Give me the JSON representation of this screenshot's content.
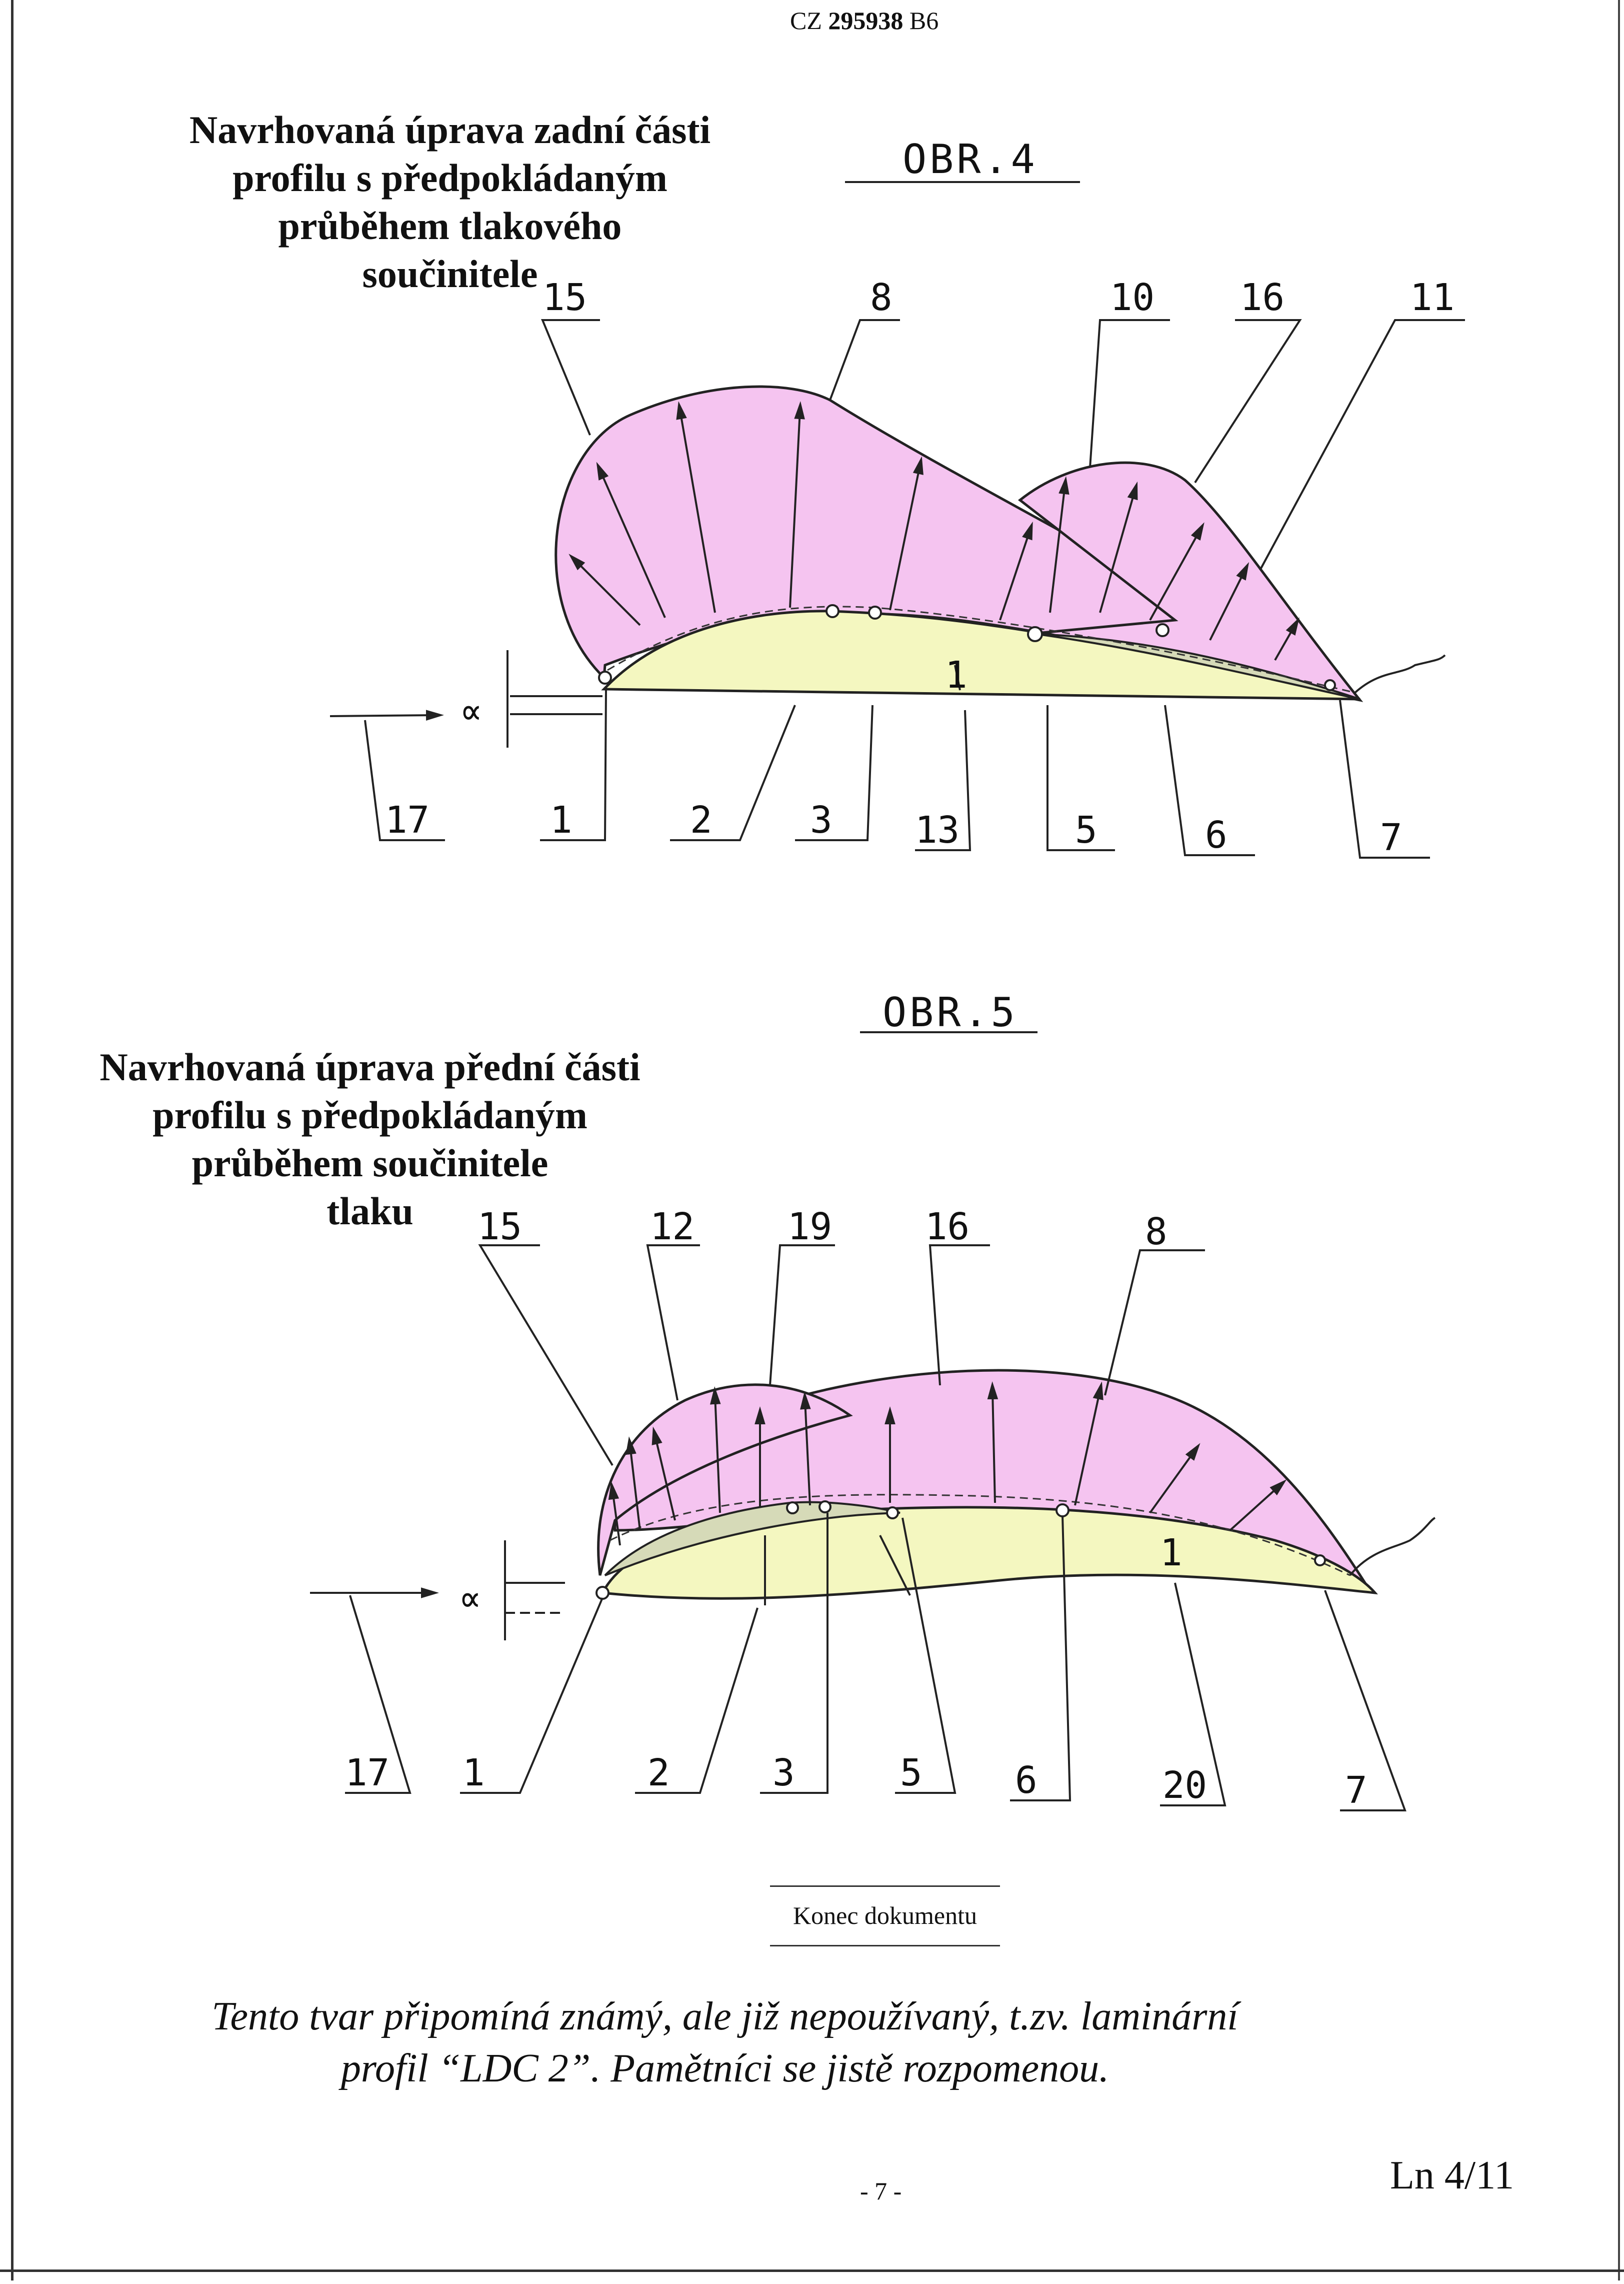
{
  "header": {
    "country": "CZ",
    "number": "295938",
    "kind": "B6"
  },
  "figure_4": {
    "caption_lines": [
      "Navrhovaná úprava zadní části",
      "profilu s předpokládaným",
      "průběhem tlakového",
      "součinitele"
    ],
    "title": "OBR.4",
    "labels": [
      "15",
      "8",
      "10",
      "16",
      "11",
      "17",
      "1",
      "2",
      "3",
      "13",
      "5",
      "6",
      "7",
      "1"
    ],
    "alpha_symbol": "∝"
  },
  "figure_5": {
    "caption_lines": [
      "Navrhovaná úprava přední části",
      "profilu s předpokládaným",
      "průběhem součinitele",
      "tlaku"
    ],
    "title": "OBR.5",
    "labels": [
      "15",
      "12",
      "19",
      "16",
      "8",
      "17",
      "1",
      "2",
      "3",
      "5",
      "6",
      "20",
      "7",
      "1"
    ],
    "alpha_symbol": "∝"
  },
  "end_mark": "Konec dokumentu",
  "remark_lines": [
    "Tento tvar připomíná  známý, ale již nepoužívaný, t.zv. laminární",
    "profil  “LDC 2”. Pamětníci se jistě rozpomenou."
  ],
  "page_number": "- 7 -",
  "sheet_ref": "Ln 4/11",
  "colors": {
    "pressure_fill": "#f5c4f0",
    "profile_fill": "#f4f7c0",
    "flap_fill": "#d6dab8",
    "ink": "#111111"
  }
}
